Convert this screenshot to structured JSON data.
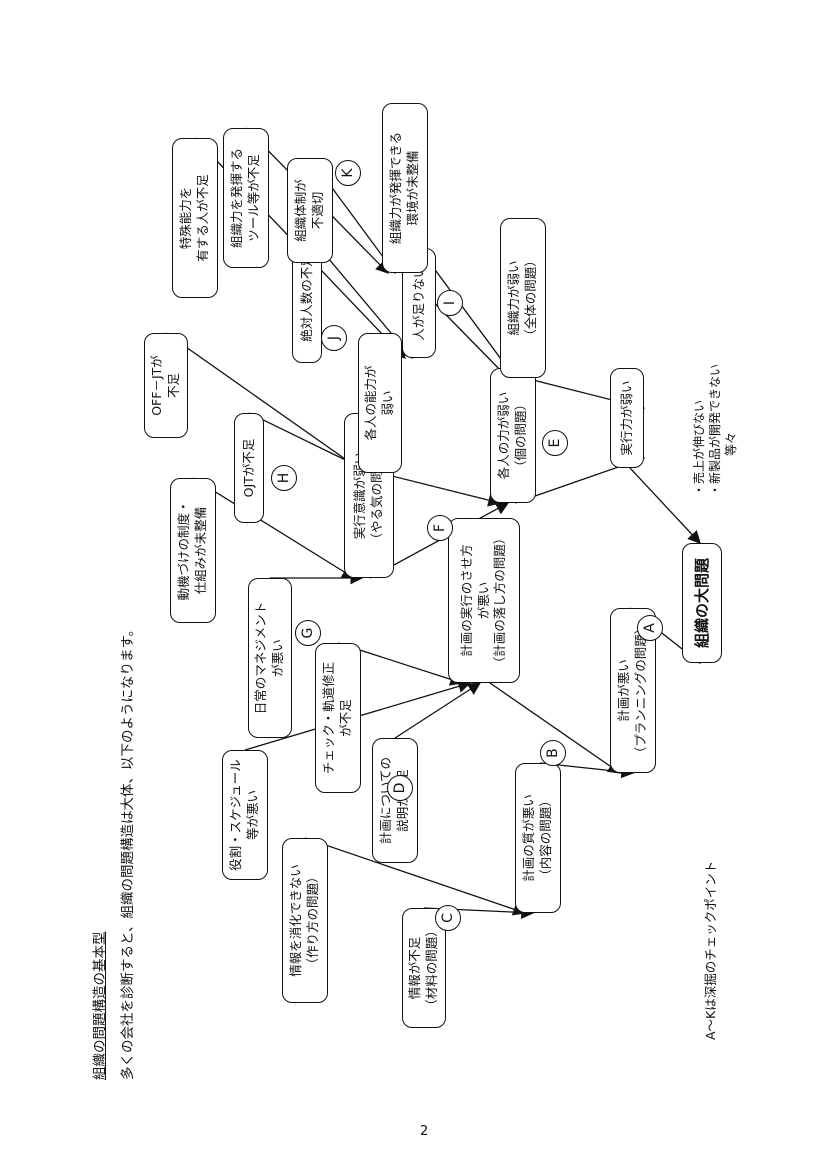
{
  "heading": "組織の問題構造の基本型",
  "intro": "多くの会社を診断すると、組織の問題構造は大体、以下のようになります。",
  "page_number": "2",
  "footnote": "A～Kは深掘のチェックポイント",
  "results": {
    "line1": "・売上が伸びない",
    "line2": "・新製品が開発できない",
    "line3": "等々"
  },
  "nodes": {
    "main_problem": "組織の大問題",
    "plan_bad": "計画が悪い\n（プランニングの問題）",
    "exec_weak": "実行力が弱い",
    "plan_quality": "計画の質が悪い\n（内容の問題）",
    "plan_exec_bad": "計画の実行のさせ方\nが悪い\n（計画の落し方の問題）",
    "indiv_power": "各人の力が弱い\n（個の問題）",
    "org_power": "組織力が弱い\n（全体の問題）",
    "info_lack": "情報が不足\n（材料の問題）",
    "info_digest": "情報を消化できない\n（作り方の問題）",
    "role_schedule": "役割・スケジュール\n等が悪い",
    "plan_explain": "計画についての\n説明が不足",
    "check_fix": "チェック・軌道修正\nが不足",
    "motivation_weak": "実行意識が弱い\n（やる気の問題）",
    "daily_mgmt": "日常のマネジメント\nが悪い",
    "incentive": "動機づけの制度・\n仕組みが未整備",
    "ability_weak": "各人の能力が\n弱い",
    "ojt": "OJTが不足",
    "offjt": "OFF－JTが\n不足",
    "people_lack": "人が足りない",
    "absolute_lack": "絶対人数の不足",
    "special_skill": "特殊能力を\n有する人が不足",
    "org_env": "組織力が発揮できる\n環境が未整備",
    "org_system": "組織体制が\n不適切",
    "org_tools": "組織力を発揮する\nツール等が不足"
  },
  "checkpoints": {
    "A": "A",
    "B": "B",
    "C": "C",
    "D": "D",
    "E": "E",
    "F": "F",
    "G": "G",
    "H": "H",
    "I": "I",
    "J": "J",
    "K": "K"
  }
}
